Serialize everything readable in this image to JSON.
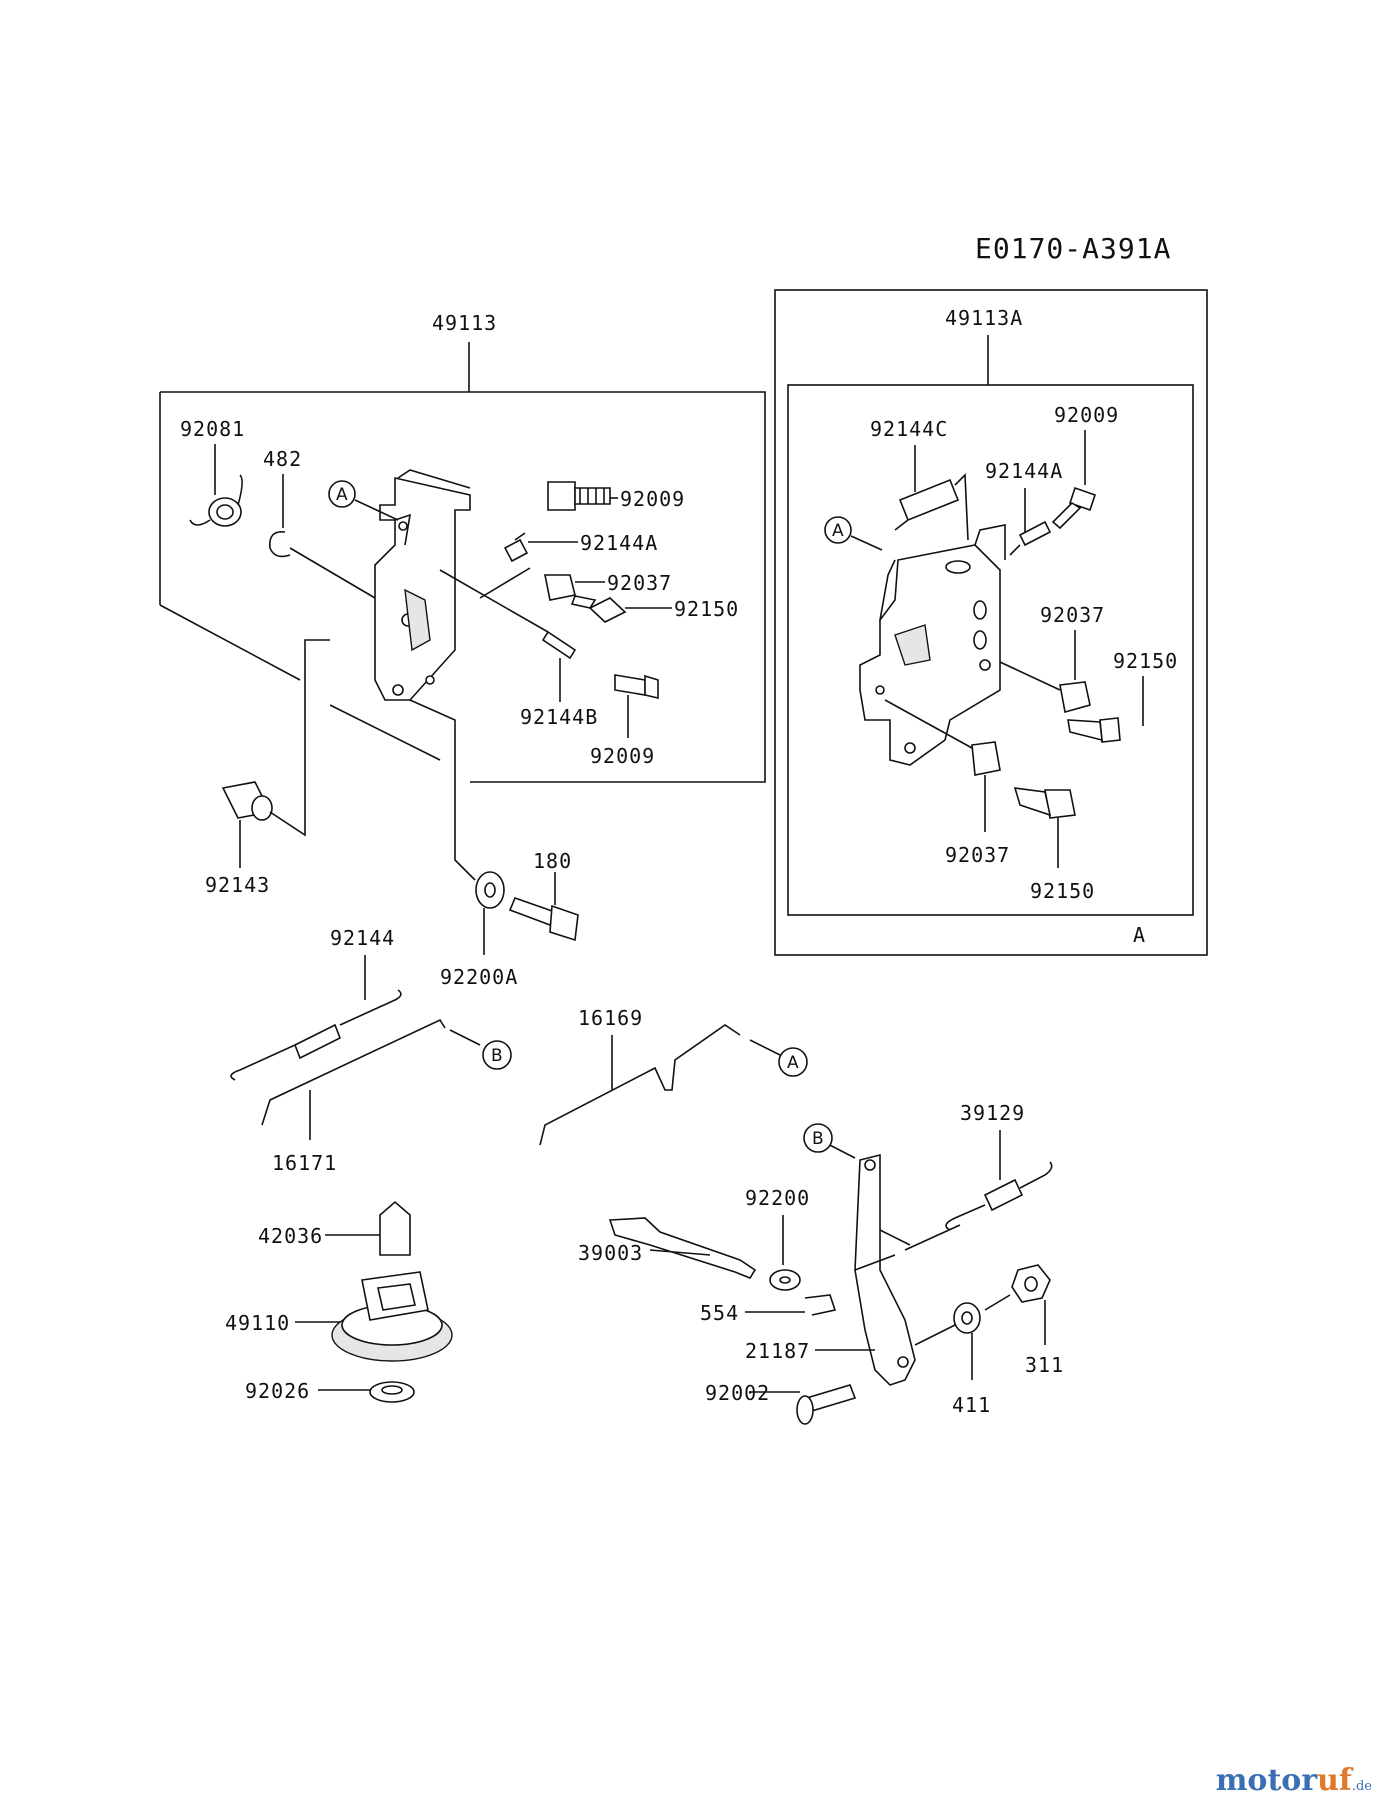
{
  "diagram_code": "E0170-A391A",
  "parts": {
    "p49113": "49113",
    "p49113A": "49113A",
    "p92081": "92081",
    "p482": "482",
    "p92009a": "92009",
    "p92144A": "92144A",
    "p92037a": "92037",
    "p92150a": "92150",
    "p92144B": "92144B",
    "p92009b": "92009",
    "p92143": "92143",
    "p180": "180",
    "p92200A": "92200A",
    "p92144C": "92144C",
    "p92009c": "92009",
    "p92144A2": "92144A",
    "p92037b": "92037",
    "p92150b": "92150",
    "p92037c": "92037",
    "p92150c": "92150",
    "p92144": "92144",
    "p16171": "16171",
    "p16169": "16169",
    "p39129": "39129",
    "p92200": "92200",
    "p39003": "39003",
    "p42036": "42036",
    "p49110": "49110",
    "p92026": "92026",
    "p554": "554",
    "p21187": "21187",
    "p92002": "92002",
    "p411": "411",
    "p311": "311"
  },
  "callouts": {
    "a1": "A",
    "a2": "A",
    "a3": "A",
    "b1": "B",
    "b2": "B",
    "box_a": "A"
  },
  "brand": {
    "part1": "motor",
    "part2": "uf",
    "suffix": ".de"
  }
}
